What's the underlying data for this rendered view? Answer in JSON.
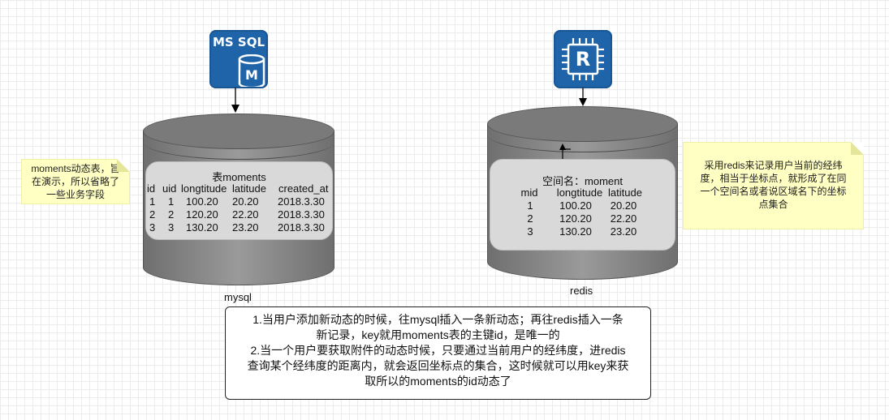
{
  "mysql": {
    "logo_text": "MS SQL",
    "logo_badge": "M",
    "caption": "mysql",
    "table_title": "表moments",
    "headers": [
      "id",
      "uid",
      "longtitude",
      "latitude",
      "created_at"
    ],
    "rows": [
      [
        "1",
        "1",
        "100.20",
        "20.20",
        "2018.3.30"
      ],
      [
        "2",
        "2",
        "120.20",
        "22.20",
        "2018.3.30"
      ],
      [
        "3",
        "3",
        "130.20",
        "23.20",
        "2018.3.30"
      ]
    ],
    "note": [
      "moments动态表，旨",
      "在演示，所以省略了",
      "一些业务字段"
    ]
  },
  "redis": {
    "logo_text": "R",
    "caption": "redis",
    "table_title": "空间名：moment",
    "headers": [
      "mid",
      "longtitude",
      "latitude"
    ],
    "rows": [
      [
        "1",
        "100.20",
        "20.20"
      ],
      [
        "2",
        "120.20",
        "22.20"
      ],
      [
        "3",
        "130.20",
        "23.20"
      ]
    ],
    "note": [
      "采用redis来记录用户当前的经纬",
      "度，相当于坐标点，就形成了在同",
      "一个空间名或者说区域名下的坐标",
      "点集合"
    ]
  },
  "description": [
    "1.当用户添加新动态的时候，往mysql插入一条新动态；再往redis插入一条",
    "新记录，key就用moments表的主键id，是唯一的",
    "2.当一个用户要获取附件的动态时候，只要通过当前用户的经纬度，进redis",
    "查询某个经纬度的距离内，就会返回坐标点的集合，这时候就可以用key来获",
    "取所以的moments的id动态了"
  ],
  "colors": {
    "logo_blue": "#1f63a9",
    "cylinder_gray": "#7a7a7a",
    "panel_gray": "#d9d9d9",
    "note_yellow": "#ffffc4"
  }
}
